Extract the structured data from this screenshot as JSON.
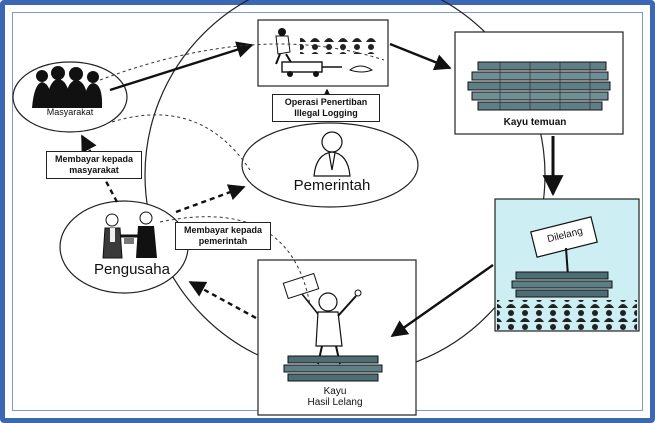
{
  "labels": {
    "masyarakat": "Masyarakat",
    "pemerintah": "Pemerintah",
    "pengusaha": "Pengusaha",
    "operasi_line1": "Operasi Penertiban",
    "operasi_line2": "Illegal Logging",
    "kayu_temuan": "Kayu temuan",
    "dilelang": "Dilelang",
    "kayu_hasil_line1": "Kayu",
    "kayu_hasil_line2": "Hasil Lelang",
    "bayar_masyarakat_line1": "Membayar kepada",
    "bayar_masyarakat_line2": "masyarakat",
    "bayar_pemerintah_line1": "Membayar kepada",
    "bayar_pemerintah_line2": "pemerintah"
  },
  "colors": {
    "frame": "#3b67b4",
    "dilelang_bg": "#cdeef2",
    "ink": "#111111"
  }
}
